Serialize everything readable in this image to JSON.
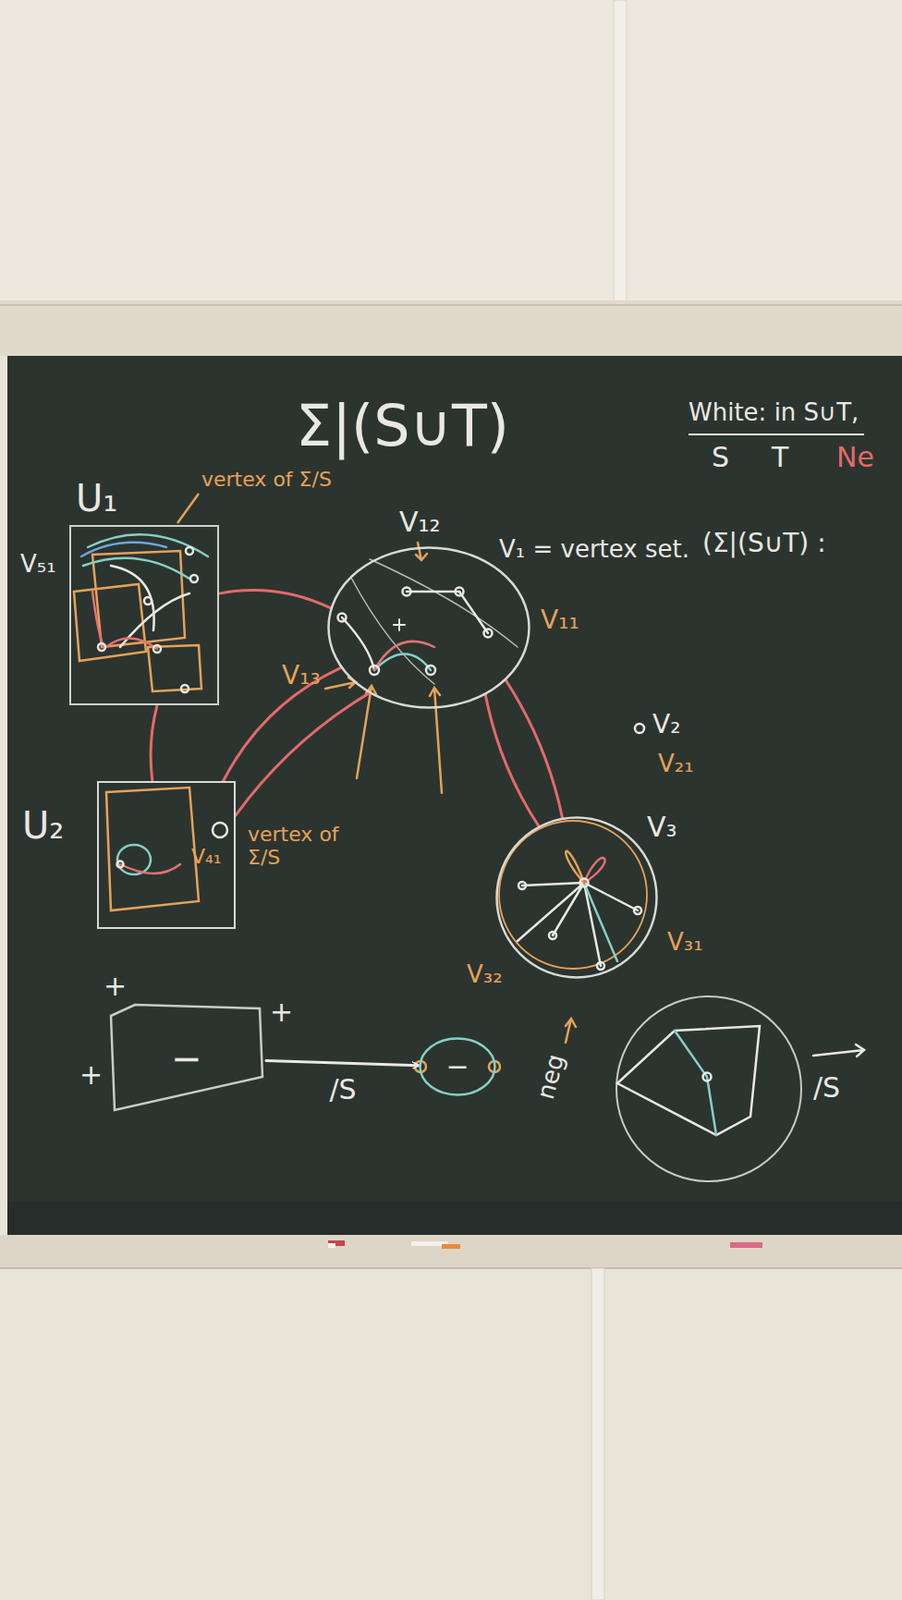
{
  "diagram": {
    "title": "Σ|(S∪T)",
    "nodes": [
      {
        "text": [
          "U₁"
        ]
      },
      {
        "text": [
          "V₁₂",
          "V₁₁",
          "V₁₃"
        ]
      },
      {
        "text": [
          "U₂",
          "V₄₁"
        ]
      },
      {
        "text": [
          "V₃",
          "V₃₁",
          "V₃₂"
        ]
      },
      {
        "text": [
          "−"
        ]
      },
      {
        "text": [
          "−"
        ]
      }
    ],
    "edges": [
      {
        "from": 0,
        "to": 1,
        "arrow": "none"
      },
      {
        "from": 0,
        "to": 2,
        "arrow": "none"
      },
      {
        "from": 2,
        "to": 1,
        "arrow": "none"
      },
      {
        "from": 2,
        "to": 1,
        "arrow": "none"
      },
      {
        "from": 1,
        "to": 3,
        "arrow": "none"
      },
      {
        "from": 1,
        "to": 3,
        "arrow": "none"
      },
      {
        "from": 4,
        "to": 5,
        "arrow": "to",
        "label": "/S"
      }
    ],
    "labels": [
      "White: in S∪T,",
      "S",
      "T",
      "Ne",
      "V₁ = vertex set.",
      "(Σ|(S∪T) :",
      "vertex of Σ/S",
      "V₅₁",
      "vertex of Σ/S",
      "V₂",
      "V₂₁",
      "+",
      "+",
      "+",
      "neg",
      "/S"
    ]
  }
}
